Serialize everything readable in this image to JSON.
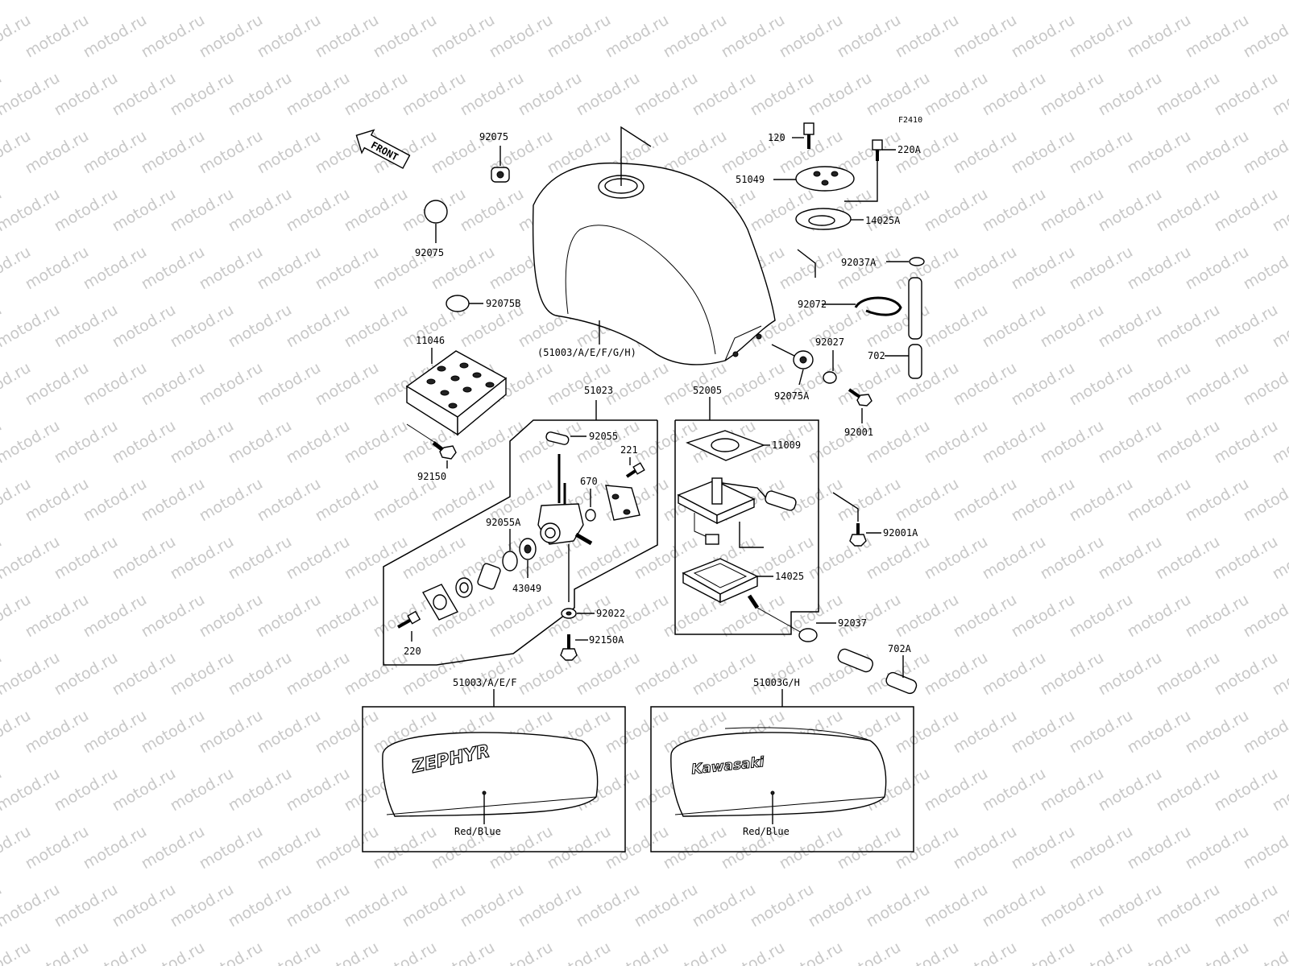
{
  "watermark": {
    "text": "motod.ru"
  },
  "diagram_code": "F2410",
  "front_arrow_label": "FRONT",
  "labels": {
    "p92075_top": "92075",
    "p92075_mid": "92075",
    "p92075B": "92075B",
    "p11046": "11046",
    "p92150": "92150",
    "p51003_tank": "(51003/A/E/F/G/H)",
    "p120": "120",
    "p220A": "220A",
    "p51049": "51049",
    "p14025A": "14025A",
    "p92037A": "92037A",
    "p92072": "92072",
    "p92027": "92027",
    "p702": "702",
    "p92075A": "92075A",
    "p92001": "92001",
    "p51023": "51023",
    "p92055": "92055",
    "p221": "221",
    "p670": "670",
    "p92055A": "92055A",
    "p43049": "43049",
    "p92022": "92022",
    "p92150A": "92150A",
    "p220": "220",
    "p52005": "52005",
    "p11009": "11009",
    "p14025": "14025",
    "p92001A": "92001A",
    "p92037": "92037",
    "p702A": "702A",
    "p51003_AEF": "51003/A/E/F",
    "p51003_GH": "51003G/H"
  },
  "decals": {
    "left": {
      "logo": "ZEPHYR",
      "color": "Red/Blue"
    },
    "right": {
      "logo": "Kawasaki",
      "color": "Red/Blue"
    }
  }
}
